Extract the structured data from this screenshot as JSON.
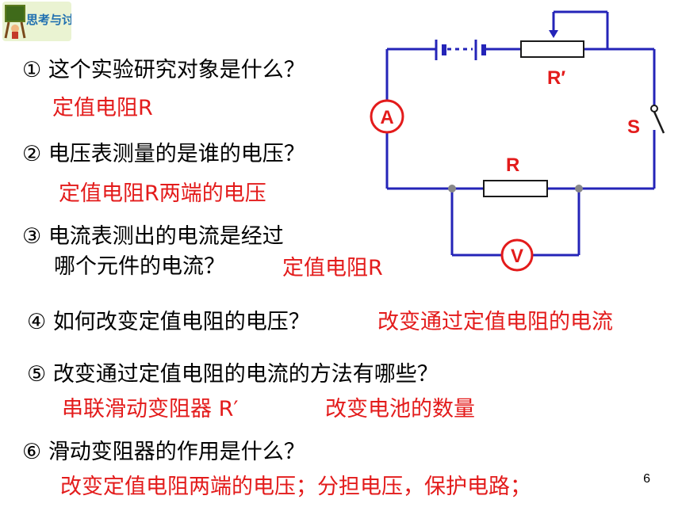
{
  "badge": {
    "text": "思考与讨论"
  },
  "questions": [
    {
      "num": "①",
      "text": "这个实验研究对象是什么？",
      "answer": "定值电阻R"
    },
    {
      "num": "②",
      "text": "电压表测量的是谁的电压？",
      "answer": "定值电阻R两端的电压"
    },
    {
      "num": "③",
      "text_line1": "电流表测出的电流是经过",
      "text_line2": "哪个元件的电流？",
      "answer": "定值电阻R"
    },
    {
      "num": "④",
      "text": "如何改变定值电阻的电压？",
      "answer": "改变通过定值电阻的电流"
    },
    {
      "num": "⑤",
      "text": "改变通过定值电阻的电流的方法有哪些？",
      "answer1": "串联滑动变阻器 R′",
      "answer2": "改变电池的数量"
    },
    {
      "num": "⑥",
      "text": "滑动变阻器的作用是什么？",
      "answer": "改变定值电阻两端的电压；分担电压，保护电路；"
    }
  ],
  "circuit": {
    "ammeter": "A",
    "voltmeter": "V",
    "resistor_label": "R",
    "rheostat_label": "R′",
    "switch_label": "S"
  },
  "colors": {
    "wire": "#2424b8",
    "meter_red": "#e31b1b",
    "answer": "#e31b1b",
    "node": "#888888"
  },
  "page_number": "6"
}
